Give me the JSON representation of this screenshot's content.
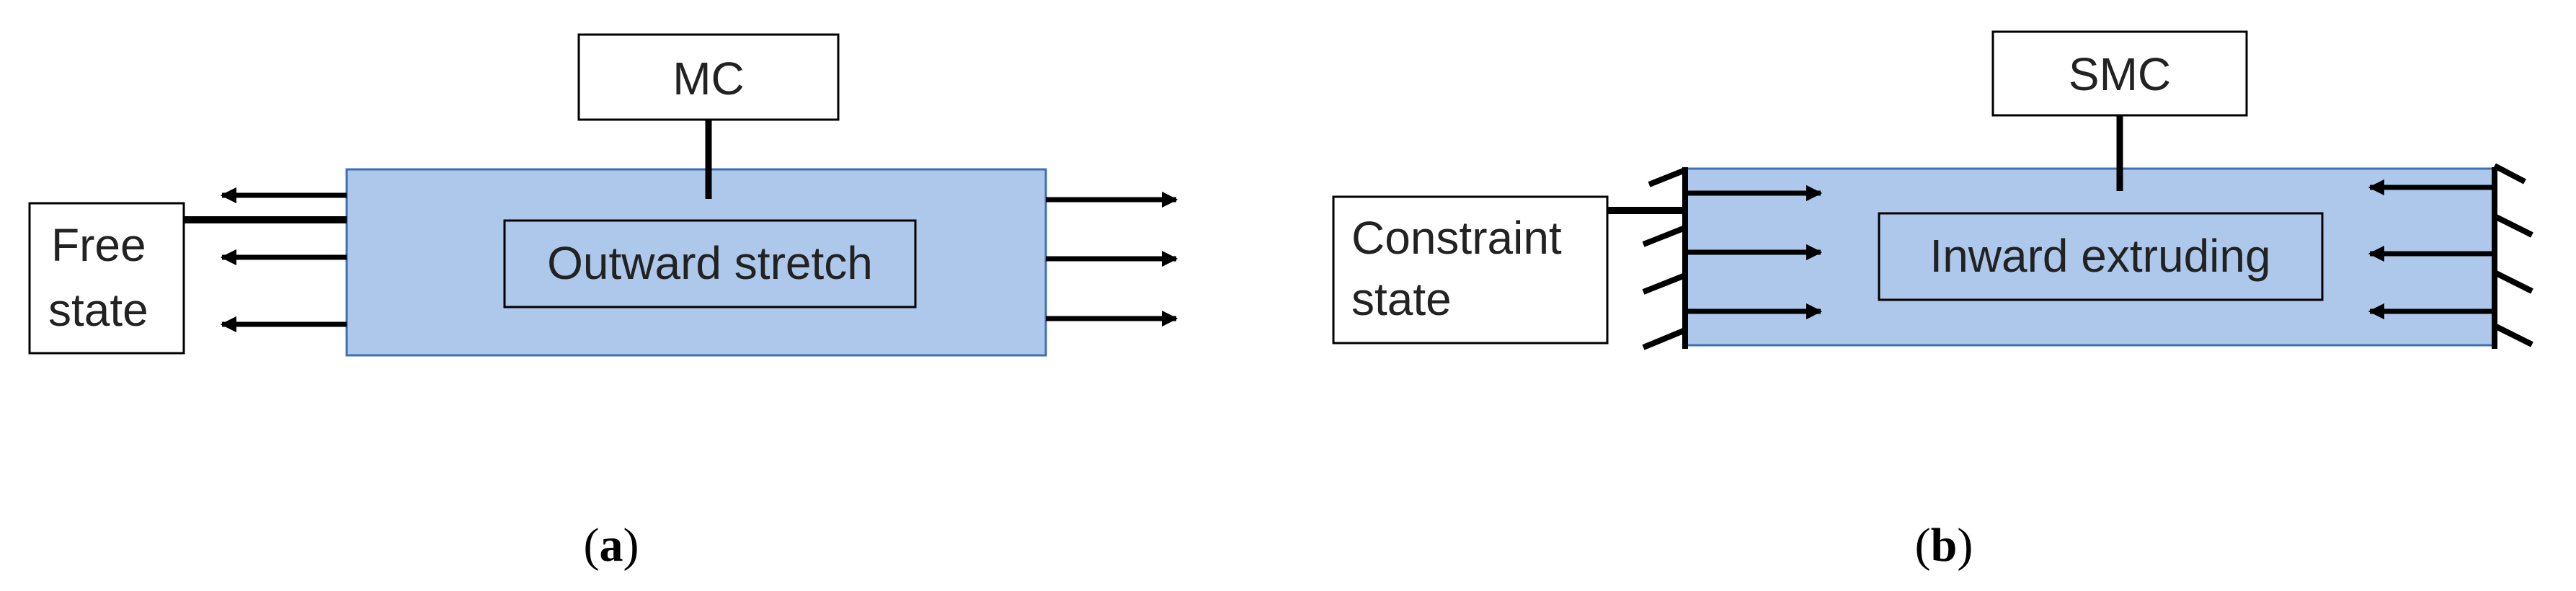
{
  "colors": {
    "body_fill": "#adc8ea",
    "body_border": "#3d6fb5",
    "line": "#000000",
    "box_fill": "#ffffff"
  },
  "panel_a": {
    "top_label": "MC",
    "inner_label": "Outward stretch",
    "side_label_line1": "Free",
    "side_label_line2": "state",
    "caption_letter": "a"
  },
  "panel_b": {
    "top_label": "SMC",
    "inner_label": "Inward extruding",
    "side_label_line1": "Constraint",
    "side_label_line2": "state",
    "caption_letter": "b"
  }
}
